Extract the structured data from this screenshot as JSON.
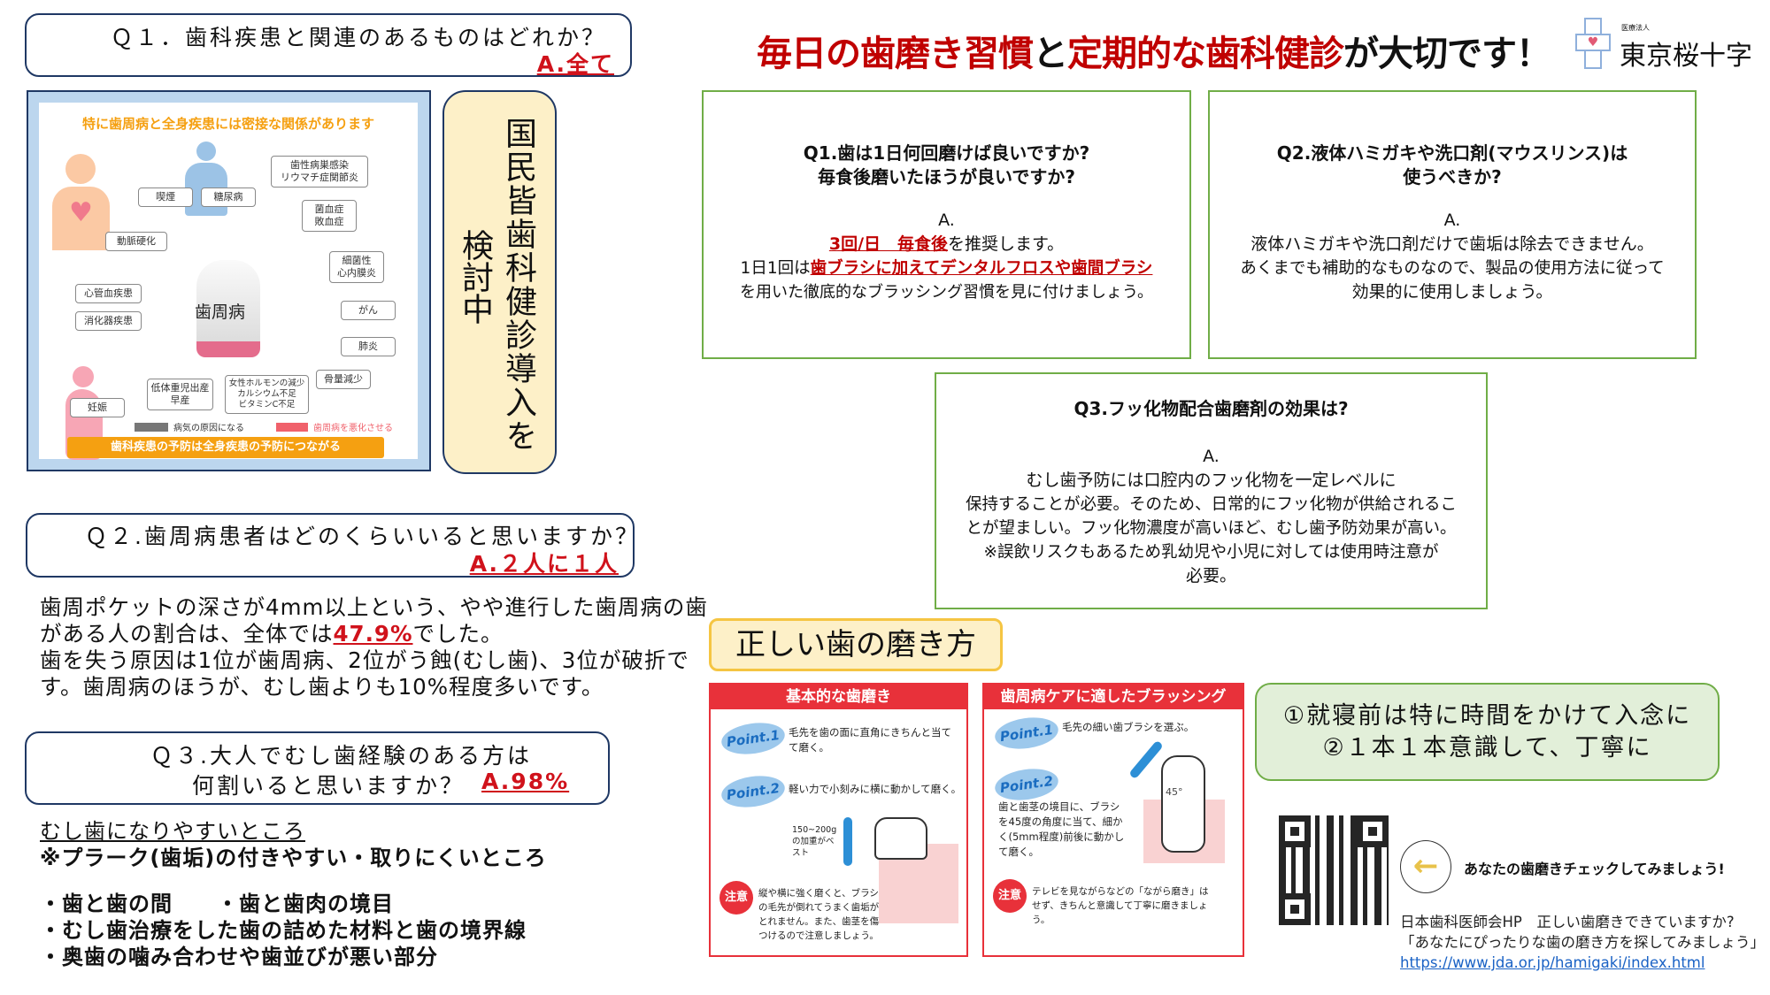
{
  "left": {
    "q1": {
      "question": "Ｑ１．歯科疾患と関連のあるものはどれか？",
      "answer": "A.全て"
    },
    "diagram": {
      "title": "特に歯周病と全身疾患には密接な関係があります",
      "center": "歯周病",
      "boxes": [
        "喫煙",
        "糖尿病",
        "歯性病巣感染\nリウマチ症関節炎",
        "菌血症\n敗血症",
        "細菌性\n心内膜炎",
        "動脈硬化",
        "心管血疾患",
        "消化器疾患",
        "がん",
        "肺炎",
        "骨量減少",
        "妊娠",
        "低体重児出産\n早産",
        "女性ホルモンの減少\nカルシウム不足\nビタミンC不足"
      ],
      "legend_gray": "病気の原因になる",
      "legend_red": "歯周病を悪化させる",
      "footer": "歯科疾患の予防は全身疾患の予防につながる"
    },
    "vertical": {
      "col1": "国民皆歯科健診導入を",
      "col2": "検討中"
    },
    "q2": {
      "question": "Ｑ２.歯周病患者はどのくらいいると思いますか？",
      "answer": "A.２人に１人"
    },
    "para": {
      "l1": "歯周ポケットの深さが4mm以上という、やや進行した歯周病の歯",
      "l2a": "がある人の割合は、全体では",
      "l2b": "47.9%",
      "l2c": "でした。",
      "l3": "歯を失う原因は1位が歯周病、2位がう蝕(むし歯)、3位が破折で",
      "l4": "す。歯周病のほうが、むし歯よりも10%程度多いです。"
    },
    "q3": {
      "line1": "Ｑ３.大人でむし歯経験のある方は",
      "line2": "何割いると思いますか？",
      "answer": "A.98%"
    },
    "caries": {
      "heading": "むし歯になりやすいところ",
      "note": "※プラーク(歯垢)の付きやすい・取りにくいところ",
      "items": [
        "・歯と歯の間　　・歯と歯肉の境目",
        "・むし歯治療をした歯の詰めた材料と歯の境界線",
        "・奥歯の噛み合わせや歯並びが悪い部分"
      ]
    }
  },
  "header": {
    "t1": "毎日の歯磨き習慣",
    "t2": "と",
    "t3": "定期的な歯科健診",
    "t4": "が大切です！",
    "logo_small": "医療法人",
    "logo": "東京桜十字"
  },
  "faq": {
    "q1": {
      "q1": "Q1.歯は1日何回磨けば良いですか?",
      "q2": "毎食後磨いたほうが良いですか?",
      "a": "A.",
      "r1": "3回/日　毎食後",
      "r1b": "を推奨します。",
      "r2a": "1日1回は",
      "r2b": "歯ブラシに加えてデンタルフロスや歯間ブラシ",
      "r3": "を用いた徹底的なブラッシング習慣を見に付けましょう。"
    },
    "q2": {
      "q1": "Q2.液体ハミガキや洗口剤(マウスリンス)は",
      "q2": "使うべきか?",
      "a": "A.",
      "r1": "液体ハミガキや洗口剤だけで歯垢は除去できません。",
      "r2": "あくまでも補助的なものなので、製品の使用方法に従って",
      "r3": "効果的に使用しましょう。"
    },
    "q3": {
      "q": "Q3.フッ化物配合歯磨剤の効果は?",
      "a": "A.",
      "r1": "むし歯予防には口腔内のフッ化物を一定レベルに",
      "r2": "保持することが必要。そのため、日常的にフッ化物が供給されるこ",
      "r3": "とが望ましい。フッ化物濃度が高いほど、むし歯予防効果が高い。",
      "r4": "※誤飲リスクもあるため乳幼児や小児に対しては使用時注意が",
      "r5": "必要。"
    }
  },
  "brushing": {
    "title": "正しい歯の磨き方",
    "basic": {
      "header": "基本的な歯磨き",
      "p1": "Point.1",
      "p1t": "毛先を歯の面に直角にきちんと当てて磨く。",
      "p2": "Point.2",
      "p2t": "軽い力で小刻みに横に動かして磨く。",
      "pressure": "150~200gの加重がベスト",
      "caution": "注意",
      "ct": "縦や横に強く磨くと、ブラシの毛先が倒れてうまく歯垢がとれません。また、歯茎を傷つけるので注意しましょう。"
    },
    "perio": {
      "header": "歯周病ケアに適したブラッシング",
      "p1": "Point.1",
      "p1t": "毛先の細い歯ブラシを選ぶ。",
      "p2": "Point.2",
      "p2t": "歯と歯茎の境目に、ブラシを45度の角度に当て、細かく(5mm程度)前後に動かして磨く。",
      "angle": "45°",
      "caution": "注意",
      "ct": "テレビを見ながらなどの「ながら磨き」はせず、きちんと意識して丁寧に磨きましょう。"
    },
    "tips": {
      "l1": "①就寝前は特に時間をかけて入念に",
      "l2": "②１本１本意識して、丁寧に"
    }
  },
  "check": {
    "label": "あなたの歯磨きチェックしてみましょう!",
    "src1": "日本歯科医師会HP　正しい歯磨きできていますか?",
    "src2": "「あなたにぴったりな歯の磨き方を探してみましょう」",
    "url": "https://www.jda.or.jp/hamigaki/index.html"
  },
  "colors": {
    "red": "#c00000",
    "green": "#70ad47",
    "navy": "#1f3864",
    "beige": "#fdf0c8",
    "orange": "#f5a011"
  }
}
